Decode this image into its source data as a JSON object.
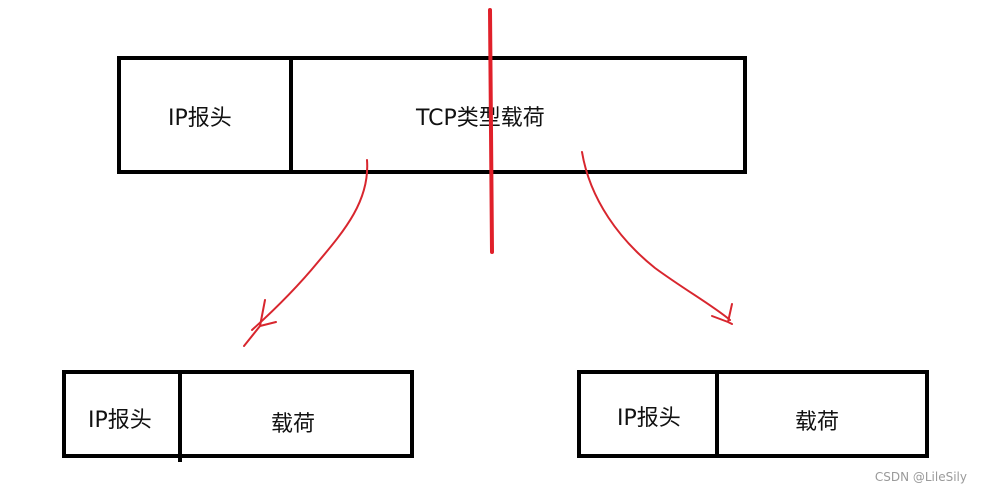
{
  "top_packet": {
    "header_label": "IP报头",
    "payload_label": "TCP类型载荷"
  },
  "left_packet": {
    "header_label": "IP报头",
    "payload_label": "载荷"
  },
  "right_packet": {
    "header_label": "IP报头",
    "payload_label": "载荷"
  },
  "watermark": "CSDN @LileSily",
  "colors": {
    "stroke": "#000000",
    "split_line": "#e0202a",
    "arrow": "#d8262e"
  }
}
